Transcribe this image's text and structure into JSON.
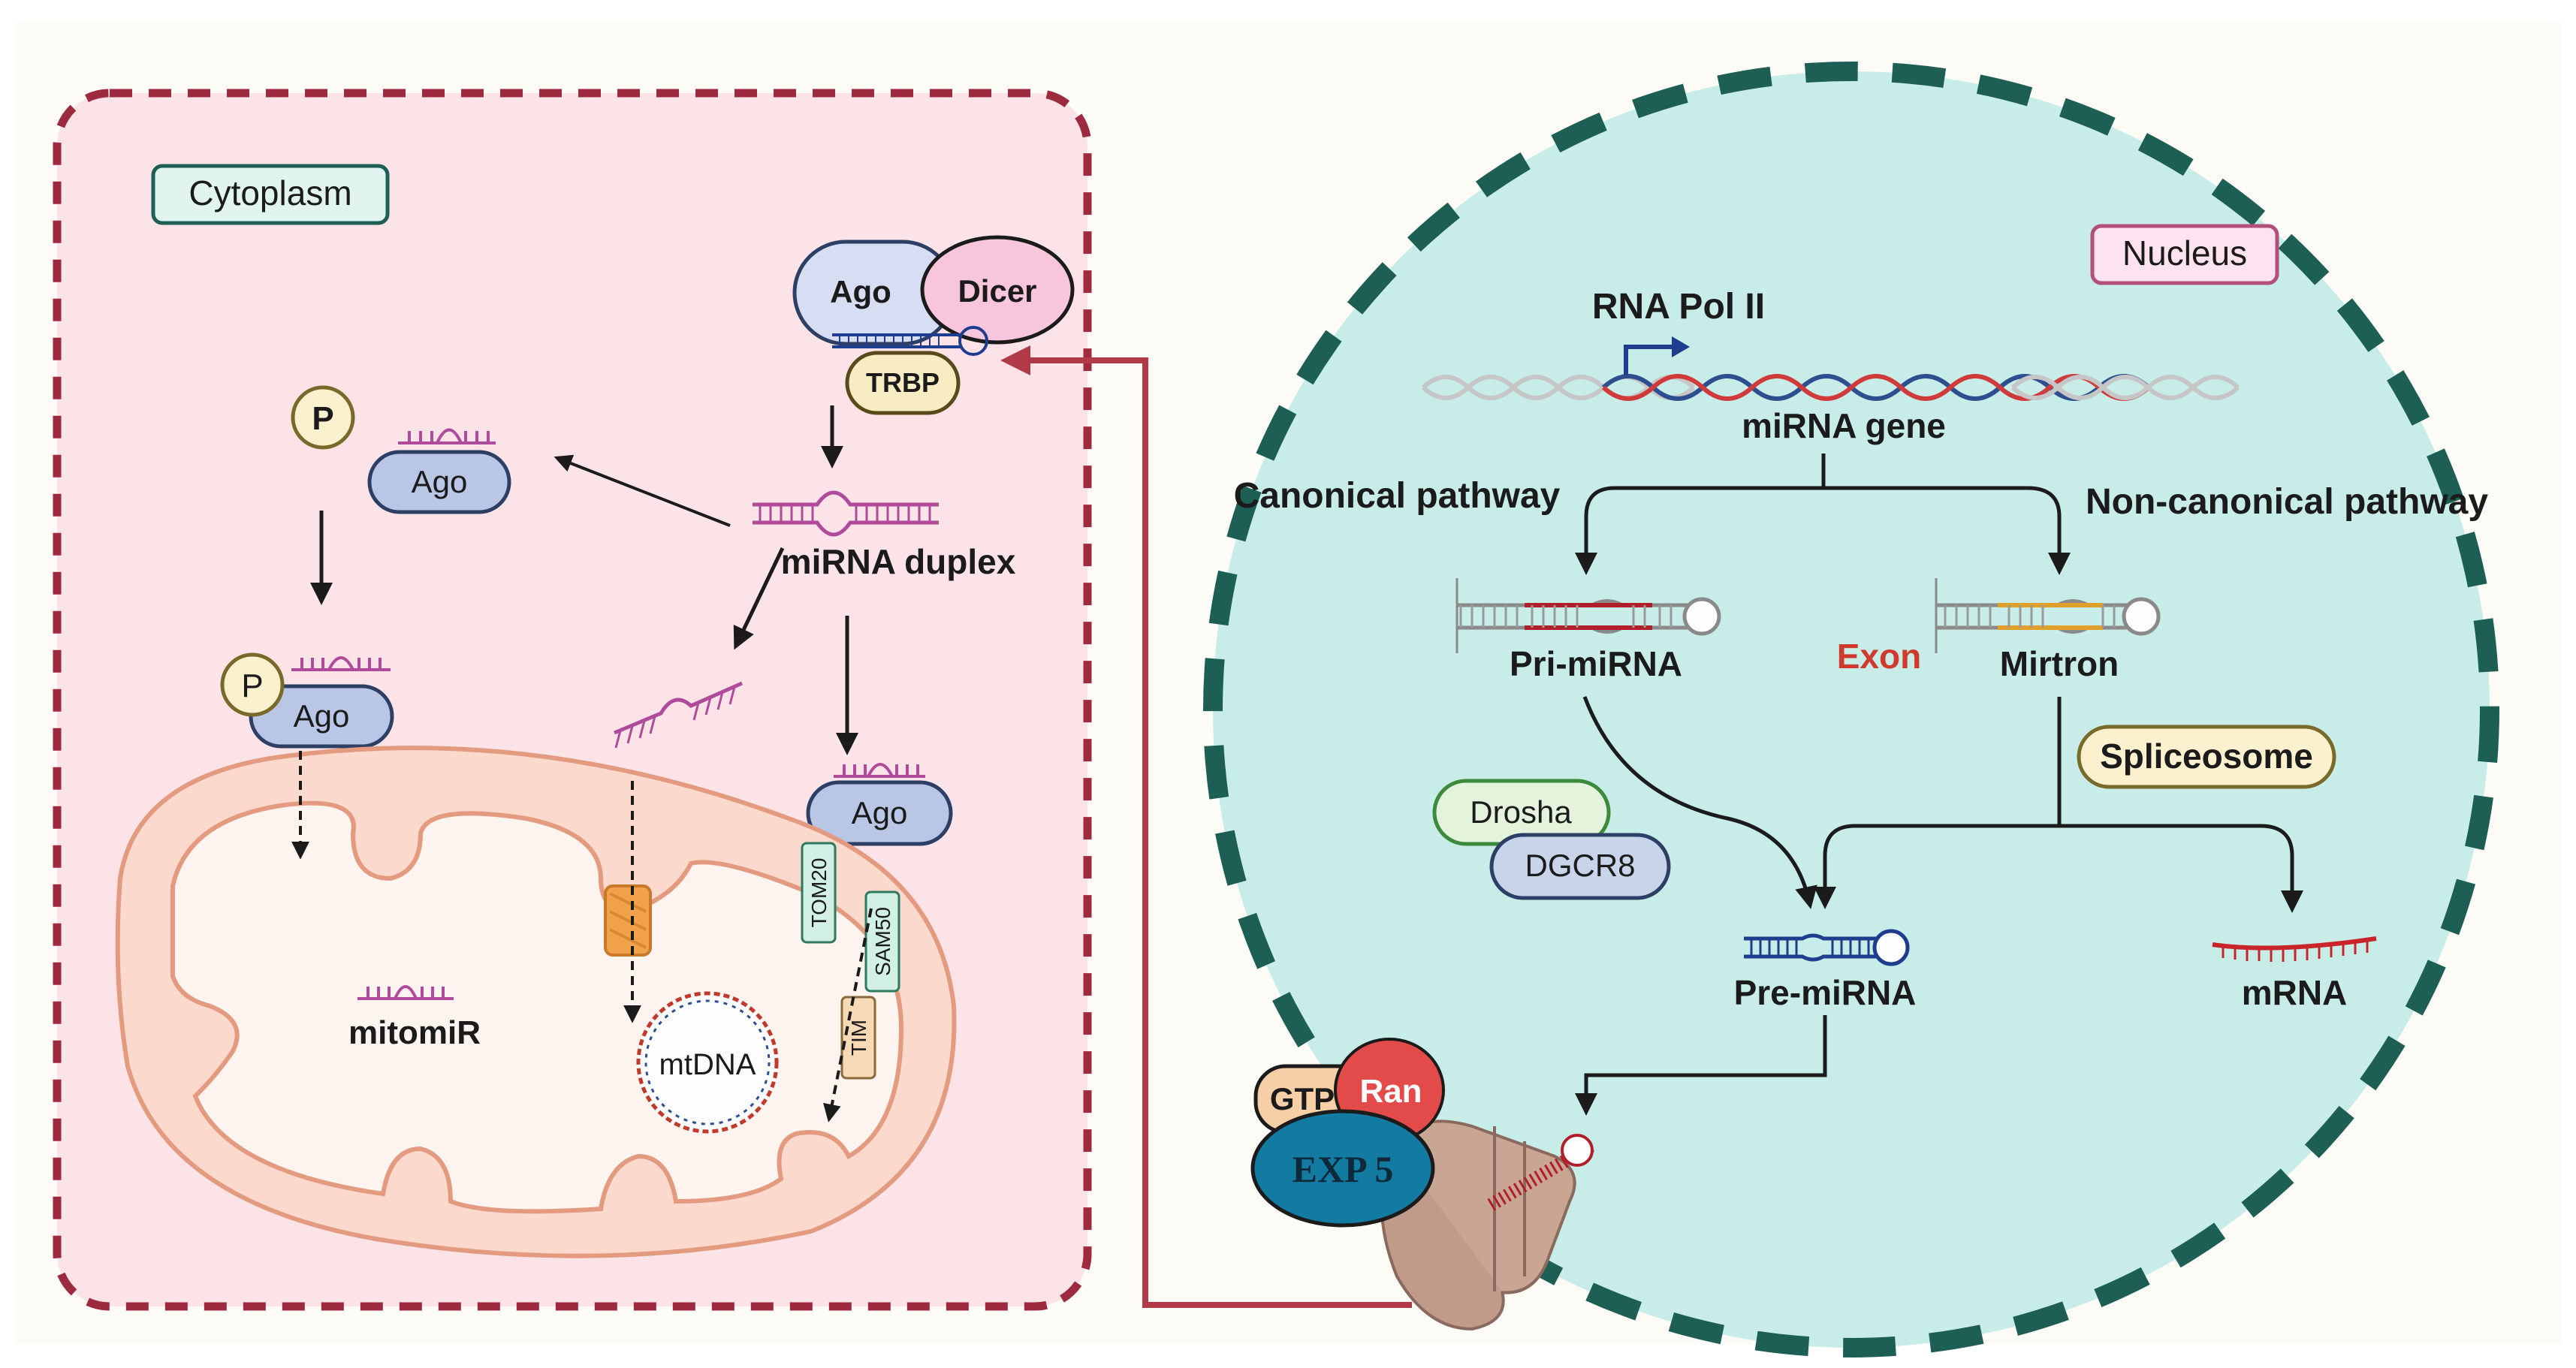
{
  "regions": {
    "cytoplasm": "Cytoplasm",
    "nucleus": "Nucleus"
  },
  "labels": {
    "rna_pol": "RNA Pol II",
    "mirna_gene": "miRNA gene",
    "canonical": "Canonical pathway",
    "non_canonical": "Non-canonical pathway",
    "pri_mirna": "Pri-miRNA",
    "exon": "Exon",
    "mirtron": "Mirtron",
    "spliceosome": "Spliceosome",
    "drosha": "Drosha",
    "dgcr8": "DGCR8",
    "pre_mirna": "Pre-miRNA",
    "mrna": "mRNA",
    "gtp": "GTP",
    "ran": "Ran",
    "exp5": "EXP 5",
    "ago_main": "Ago",
    "dicer": "Dicer",
    "trbp": "TRBP",
    "mirna_duplex": "miRNA duplex",
    "p_free": "P",
    "ago_top": "Ago",
    "p_bound": "P",
    "ago_p": "Ago",
    "ago_right": "Ago",
    "mitomir": "mitomiR",
    "mtdna": "mtDNA",
    "tom20": "TOM20",
    "sam50": "SAM50",
    "tim": "TIM"
  },
  "colors": {
    "cytoplasm_fill": "#fbe3e8",
    "cytoplasm_border": "#9e2a3f",
    "nucleus_fill": "#c8ece8",
    "nucleus_border": "#1d5e55",
    "export_arrow": "#b23a48",
    "exon_text": "#d03a2c",
    "ago_fill": "#b9c6e6",
    "dicer_fill": "#f7c6dc",
    "trbp_fill": "#f7ecc2",
    "drosha_fill": "#e4f4dc",
    "dgcr8_fill": "#c8d4ea",
    "ran_fill": "#e34b4b",
    "gtp_fill": "#f7cfa6",
    "exp5_fill": "#137aa1",
    "mito_fill": "#fbd9cd",
    "mito_inner": "#fdf3ef"
  }
}
